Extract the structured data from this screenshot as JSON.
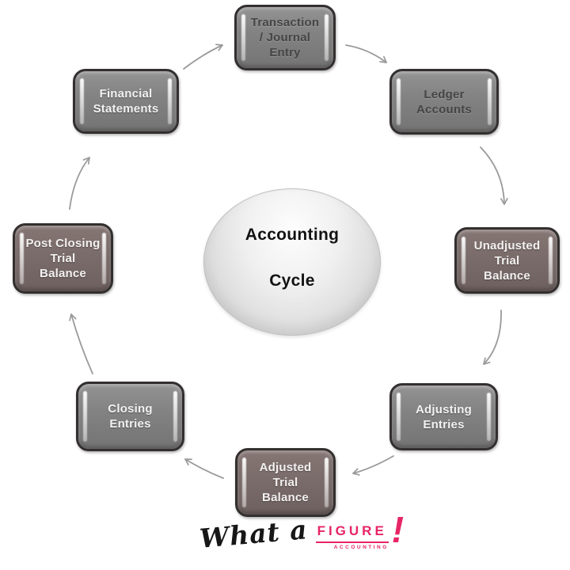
{
  "diagram": {
    "center": {
      "title_line1": "Accounting",
      "title_line2": "Cycle"
    },
    "flow_direction": "clockwise",
    "nodes": [
      {
        "id": "transaction-journal-entry",
        "lines": [
          "Transaction",
          "/ Journal",
          "Entry"
        ]
      },
      {
        "id": "ledger-accounts",
        "lines": [
          "Ledger",
          "Accounts"
        ]
      },
      {
        "id": "unadjusted-trial-balance",
        "lines": [
          "Unadjusted",
          "Trial",
          "Balance"
        ]
      },
      {
        "id": "adjusting-entries",
        "lines": [
          "Adjusting",
          "Entries"
        ]
      },
      {
        "id": "adjusted-trial-balance",
        "lines": [
          "Adjusted",
          "Trial",
          "Balance"
        ]
      },
      {
        "id": "closing-entries",
        "lines": [
          "Closing",
          "Entries"
        ]
      },
      {
        "id": "post-closing-trial-balance",
        "lines": [
          "Post Closing",
          "Trial",
          "Balance"
        ]
      },
      {
        "id": "financial-statements",
        "lines": [
          "Financial",
          "Statements"
        ]
      }
    ]
  },
  "logo": {
    "script": "What a",
    "brand": "FIGURE",
    "sub": "ACCOUNTING",
    "bang": "!"
  },
  "colors": {
    "bg": "#ffffff",
    "node-border": "#332f2f",
    "text-dark": "#454545",
    "text-light": "#f3f1f1",
    "center-text": "#121212",
    "arrow": "#9a9a9a",
    "pink": "#e72565"
  }
}
